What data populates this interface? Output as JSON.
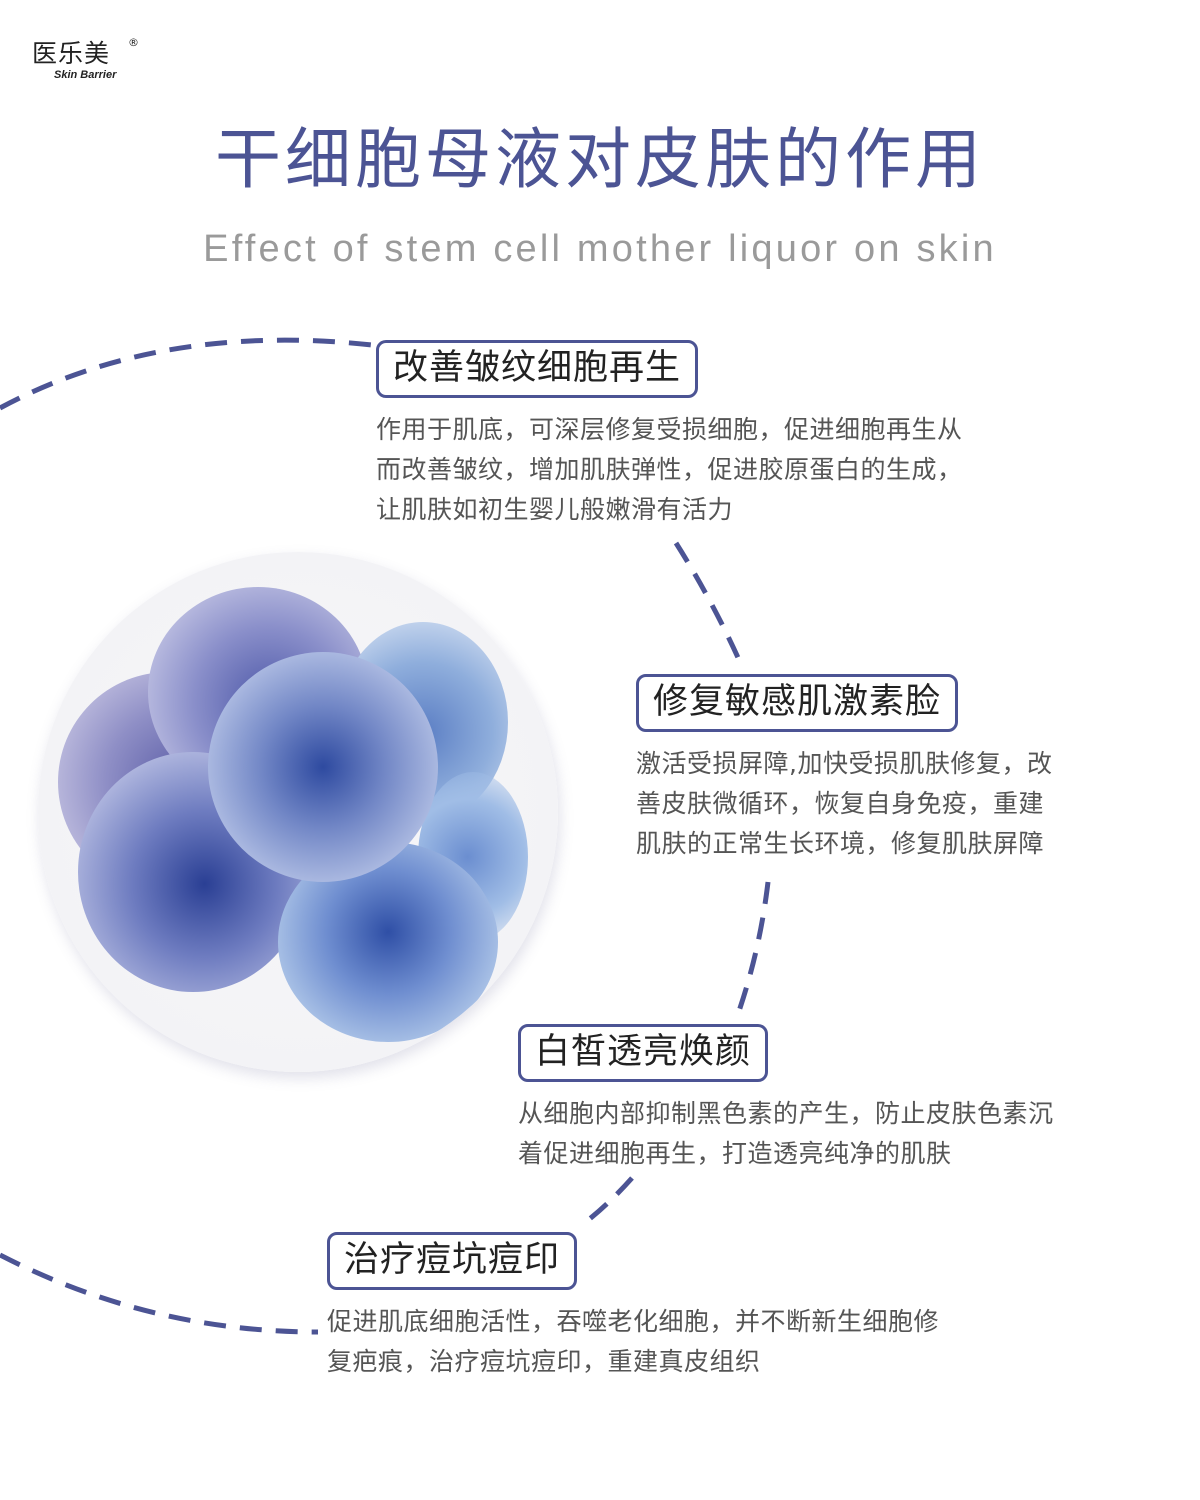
{
  "logo": {
    "name_cn": "医乐美",
    "registered": "®",
    "name_en": "Skin Barrier"
  },
  "header": {
    "title": "干细胞母液对皮肤的作用",
    "subtitle": "Effect of stem cell mother liquor on skin"
  },
  "colors": {
    "accent": "#4c5494",
    "title": "#4c5494",
    "subtitle": "#9a9a9a",
    "body_text": "#555555",
    "heading_text": "#222222"
  },
  "image": {
    "icon": "stem-cell-cluster-illustration"
  },
  "features": [
    {
      "heading": "改善皱纹细胞再生",
      "lines": [
        "作用于肌底，可深层修复受损细胞，促进细胞再生从",
        "而改善皱纹，增加肌肤弹性，促进胶原蛋白的生成，",
        "让肌肤如初生婴儿般嫩滑有活力"
      ]
    },
    {
      "heading": "修复敏感肌激素脸",
      "lines": [
        "激活受损屏障,加快受损肌肤修复，改",
        "善皮肤微循环，恢复自身免疫，重建",
        "肌肤的正常生长环境，修复肌肤屏障"
      ]
    },
    {
      "heading": "白皙透亮焕颜",
      "lines": [
        "从细胞内部抑制黑色素的产生，防止皮肤色素沉",
        "着促进细胞再生，打造透亮纯净的肌肤"
      ]
    },
    {
      "heading": "治疗痘坑痘印",
      "lines": [
        "促进肌底细胞活性，吞噬老化细胞，并不断新生细胞修",
        "复疤痕，治疗痘坑痘印，重建真皮组织"
      ]
    }
  ]
}
